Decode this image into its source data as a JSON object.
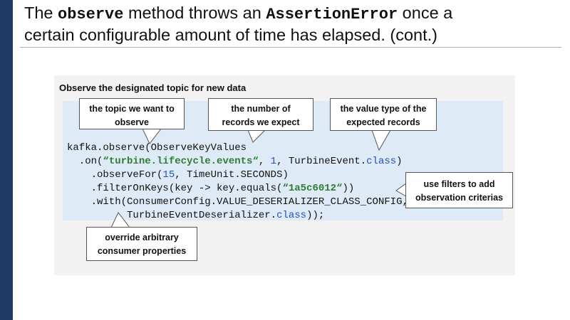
{
  "slide": {
    "title_prefix": "The ",
    "title_code1": "observe",
    "title_middle": " method throws an ",
    "title_code2": "AssertionError",
    "title_suffix_line1": " once a",
    "title_line2": "certain configurable amount of time has elapsed. (cont.)"
  },
  "panel": {
    "heading": "Observe the designated topic for new data"
  },
  "code": {
    "l1": "kafka.observe(ObserveKeyValues",
    "l2_a": "  .on(",
    "l2_str": "“turbine.lifecycle.events“",
    "l2_b": ", ",
    "l2_num": "1",
    "l2_c": ", TurbineEvent.",
    "l2_kw": "class",
    "l2_d": ")",
    "l3_a": "    .observeFor(",
    "l3_num": "15",
    "l3_b": ", TimeUnit.SECONDS)",
    "l4_a": "    .filterOnKeys(key -> key.equals(",
    "l4_str": "“1a5c6012“",
    "l4_b": "))",
    "l5": "    .with(ConsumerConfig.VALUE_DESERIALIZER_CLASS_CONFIG,",
    "l6_a": "          TurbineEventDeserializer.",
    "l6_kw": "class",
    "l6_b": "));"
  },
  "callouts": {
    "topic": [
      "the topic we want to",
      "observe"
    ],
    "records": [
      "the number of",
      "records we expect"
    ],
    "valuetype": [
      "the value type of the",
      "expected records"
    ],
    "filters": [
      "use filters to add",
      "observation criterias"
    ],
    "override": [
      "override arbitrary",
      "consumer properties"
    ]
  },
  "colors": {
    "left_bar": "#1f3864",
    "code_background": "#deebf7",
    "panel_background": "#f2f2f2",
    "string_literal": "#2e7d32",
    "number_literal": "#1f4fbf"
  }
}
